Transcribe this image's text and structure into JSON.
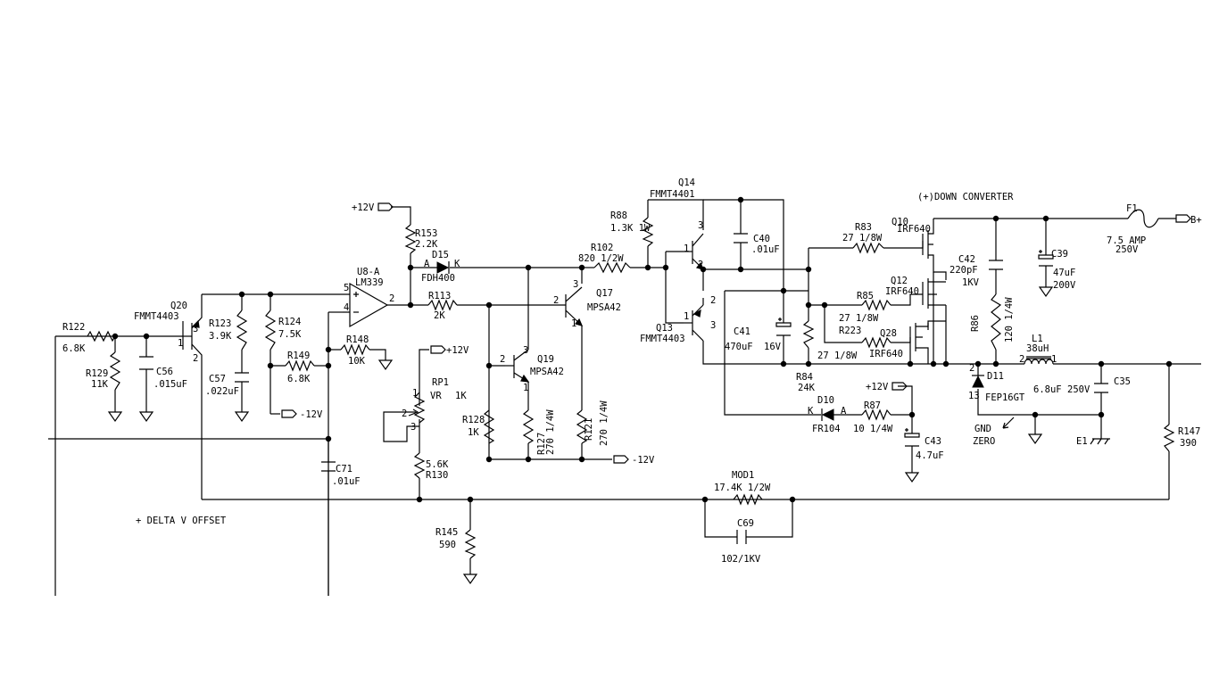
{
  "title": "(+)DOWN CONVERTER",
  "note": "+ DELTA V OFFSET",
  "labels": {
    "gnd": "GND",
    "zero": "ZERO",
    "e1": "E1"
  },
  "nets": {
    "p12v": "+12V",
    "m12v": "-12V",
    "bplus": "B+"
  },
  "parts": {
    "q20": {
      "ref": "Q20",
      "value": "FMMT4403"
    },
    "r122": {
      "ref": "R122",
      "value": "6.8K"
    },
    "r129": {
      "ref": "R129",
      "value": "11K"
    },
    "c56": {
      "ref": "C56",
      "value": ".015uF"
    },
    "r123": {
      "ref": "R123",
      "value": "3.9K"
    },
    "c57": {
      "ref": "C57",
      "value": ".022uF"
    },
    "r124": {
      "ref": "R124",
      "value": "7.5K"
    },
    "r149": {
      "ref": "R149",
      "value": "6.8K"
    },
    "u8a": {
      "ref": "U8-A",
      "value": "LM339"
    },
    "r148": {
      "ref": "R148",
      "value": "10K"
    },
    "c71": {
      "ref": "C71",
      "value": ".01uF"
    },
    "r153": {
      "ref": "R153",
      "value": "2.2K"
    },
    "d15": {
      "ref": "D15",
      "value": "FDH400"
    },
    "r113": {
      "ref": "R113",
      "value": "2K"
    },
    "rp1": {
      "ref": "RP1",
      "type": "VR",
      "value": "1K"
    },
    "r130": {
      "ref": "R130",
      "value": "5.6K"
    },
    "r145": {
      "ref": "R145",
      "value": "590"
    },
    "q19": {
      "ref": "Q19",
      "value": "MPSA42"
    },
    "r128": {
      "ref": "R128",
      "value": "1K"
    },
    "r127": {
      "ref": "R127",
      "value": "270 1/4W"
    },
    "q17": {
      "ref": "Q17",
      "value": "MPSA42"
    },
    "r121": {
      "ref": "R121",
      "value": "270 1/4W"
    },
    "r88": {
      "ref": "R88",
      "value": "1.3K 1W"
    },
    "r102": {
      "ref": "R102",
      "value": "820 1/2W"
    },
    "q14": {
      "ref": "Q14",
      "value": "FMMT4401"
    },
    "q13": {
      "ref": "Q13",
      "value": "FMMT4403"
    },
    "c40": {
      "ref": "C40",
      "value": ".01uF"
    },
    "c41": {
      "ref": "C41",
      "value": "470uF",
      "voltage": "16V"
    },
    "r84": {
      "ref": "R84",
      "value": "24K"
    },
    "r83": {
      "ref": "R83",
      "value": "27 1/8W"
    },
    "r85": {
      "ref": "R85",
      "value": "27 1/8W"
    },
    "r223": {
      "ref": "R223",
      "value": "27 1/8W"
    },
    "q10": {
      "ref": "Q10",
      "value": "IRF640"
    },
    "q12": {
      "ref": "Q12",
      "value": "IRF640"
    },
    "q28": {
      "ref": "Q28",
      "value": "IRF640"
    },
    "d10": {
      "ref": "D10",
      "value": "FR104"
    },
    "r87": {
      "ref": "R87",
      "value": "10 1/4W"
    },
    "c43": {
      "ref": "C43",
      "value": "4.7uF"
    },
    "c42": {
      "ref": "C42",
      "value": "220pF",
      "voltage": "1KV"
    },
    "r86": {
      "ref": "R86",
      "value": "120 1/4W"
    },
    "c39": {
      "ref": "C39",
      "value": "47uF",
      "voltage": "200V"
    },
    "f1": {
      "ref": "F1",
      "value": "7.5 AMP",
      "voltage": "250V"
    },
    "l1": {
      "ref": "L1",
      "value": "38uH"
    },
    "d11": {
      "ref": "D11",
      "value": "FEP16GT"
    },
    "c35": {
      "ref": "C35",
      "value": "6.8uF",
      "voltage": "250V"
    },
    "r147": {
      "ref": "R147",
      "value": "390"
    },
    "mod1": {
      "ref": "MOD1",
      "value": "17.4K 1/2W"
    },
    "c69": {
      "ref": "C69",
      "value": "102/1KV"
    }
  },
  "pins": {
    "p1": "1",
    "p2": "2",
    "p3": "3",
    "p4": "4",
    "p5": "5",
    "p13": "13",
    "a": "A",
    "k": "K"
  }
}
